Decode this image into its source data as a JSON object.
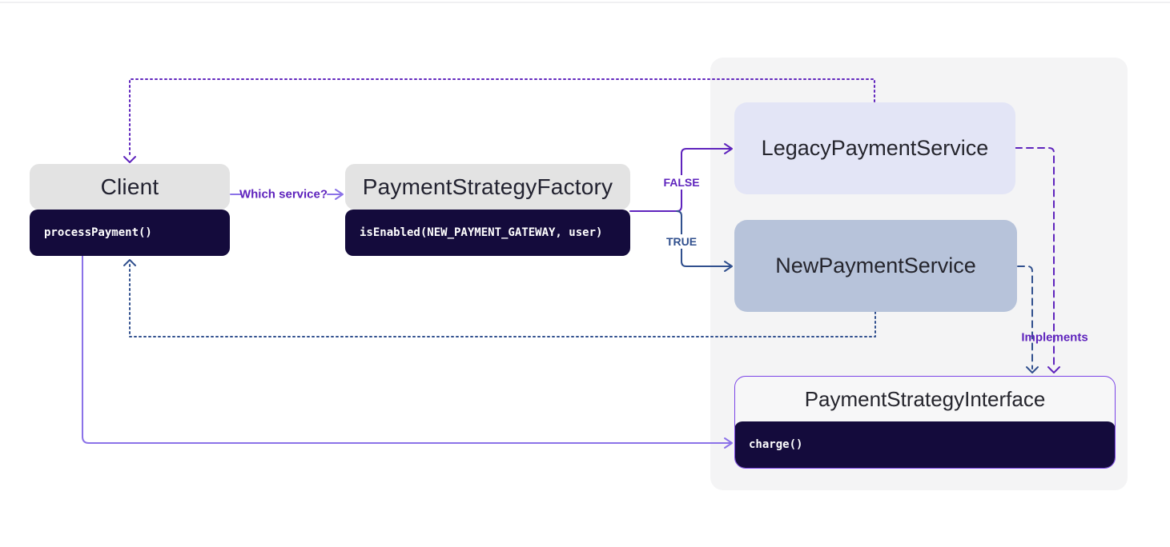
{
  "nodes": {
    "client": {
      "title": "Client",
      "method": "processPayment()"
    },
    "factory": {
      "title": "PaymentStrategyFactory",
      "method": "isEnabled(NEW_PAYMENT_GATEWAY, user)"
    },
    "legacy_service": {
      "title": "LegacyPaymentService"
    },
    "new_service": {
      "title": "NewPaymentService"
    },
    "strategy_interface": {
      "title": "PaymentStrategyInterface",
      "method": "charge()"
    }
  },
  "edge_labels": {
    "which_service": "Which service?",
    "false_branch": "FALSE",
    "true_branch": "TRUE",
    "implements": "Implements"
  },
  "colors": {
    "purple_dark": "#5f24bd",
    "purple_light": "#8b72e8",
    "blue": "#31508e",
    "navy_body": "#140b3c",
    "header_gray": "#e3e3e3",
    "legacy_fill": "#e3e5f6",
    "new_fill": "#b7c3da",
    "panel_bg": "#f4f4f5",
    "interface_border": "#7a43e6"
  }
}
